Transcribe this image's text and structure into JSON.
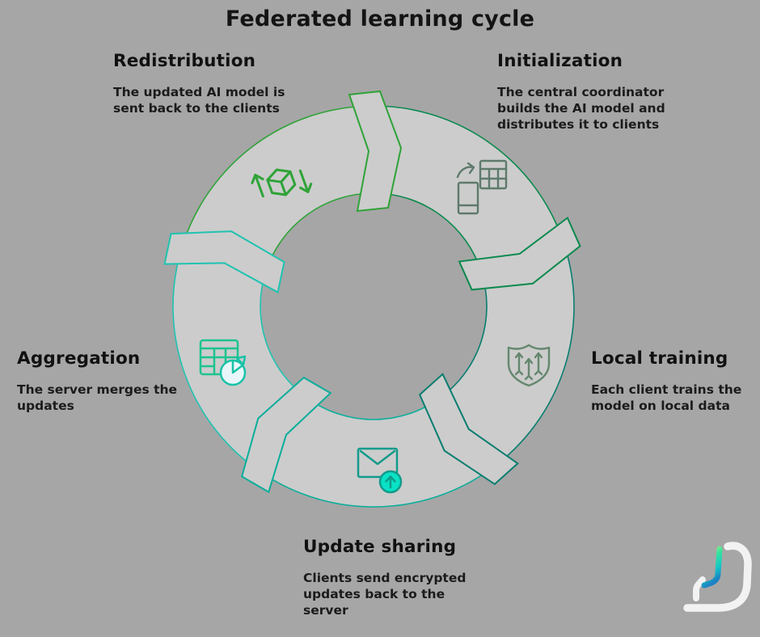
{
  "title": "Federated learning cycle",
  "background_color": "#a6a6a6",
  "diagram": {
    "type": "cycle",
    "direction": "clockwise",
    "steps": [
      {
        "id": "initialization",
        "label": "Initialization",
        "description": "The central coordinator builds the AI model and distributes it to clients",
        "color": "#0EBA68",
        "icon": "model-distribution-icon"
      },
      {
        "id": "local-training",
        "label": "Local training",
        "description": "Each client trains the model on local data",
        "color": "#0BA897",
        "icon": "shield-arrows-icon"
      },
      {
        "id": "update-sharing",
        "label": "Update sharing",
        "description": "Clients send encrypted updates back to the server",
        "color": "#09E2C6",
        "icon": "envelope-upload-icon"
      },
      {
        "id": "aggregation",
        "label": "Aggregation",
        "description": "The server merges the updates",
        "color": "#E8F6FA",
        "icon": "table-piechart-icon"
      },
      {
        "id": "redistribution",
        "label": "Redistribution",
        "description": "The  updated AI model is sent back to the clients",
        "color": "#53DF41",
        "icon": "box-sync-arrows-icon"
      }
    ],
    "logo": {
      "name": "brand-logo",
      "stroke_color": "#f2f2f2",
      "gradient": [
        "#d6ec7e",
        "#35e59b",
        "#12c9c5",
        "#1d82c4"
      ]
    }
  }
}
